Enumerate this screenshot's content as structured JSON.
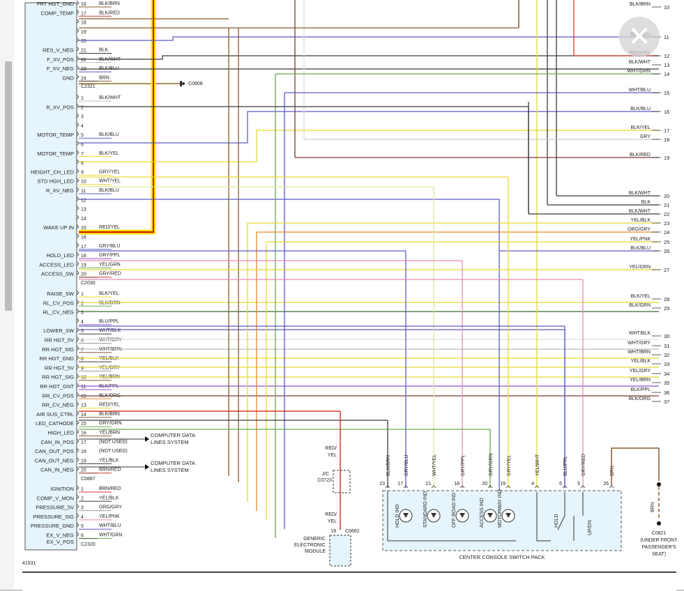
{
  "figure_id": "41531",
  "close_label": "✕",
  "ground_c0808": "C0808",
  "blocks": [
    {
      "connector": "C2321",
      "pins": [
        {
          "pin": "16",
          "name": "FRT HGT_GND",
          "wire": "BLK/BRN"
        },
        {
          "pin": "17",
          "name": "COMP_TEMP",
          "wire": "BLK/RED"
        },
        {
          "pin": "18",
          "name": "",
          "wire": ""
        },
        {
          "pin": "19",
          "name": "",
          "wire": ""
        },
        {
          "pin": "20",
          "name": "",
          "wire": ""
        },
        {
          "pin": "21",
          "name": "RES_V_NEG",
          "wire": "BLK"
        },
        {
          "pin": "22",
          "name": "F_XV_POS",
          "wire": "BLK/WHT"
        },
        {
          "pin": "23",
          "name": "F_XV_NEG",
          "wire": "BLK/BLU"
        },
        {
          "pin": "24",
          "name": "GND",
          "wire": "BRN"
        }
      ]
    },
    {
      "connector": "C2030",
      "pins": [
        {
          "pin": "1",
          "name": "",
          "wire": "BLK/WHT"
        },
        {
          "pin": "2",
          "name": "R_XV_POS",
          "wire": ""
        },
        {
          "pin": "3",
          "name": "",
          "wire": ""
        },
        {
          "pin": "4",
          "name": "",
          "wire": ""
        },
        {
          "pin": "5",
          "name": "MOTOR_TEMP",
          "wire": "BLK/BLU"
        },
        {
          "pin": "6",
          "name": "",
          "wire": ""
        },
        {
          "pin": "7",
          "name": "MOTOR_TEMP",
          "wire": "BLK/YEL"
        },
        {
          "pin": "8",
          "name": "",
          "wire": ""
        },
        {
          "pin": "9",
          "name": "HEIGHT_CH_LED",
          "wire": "GRY/YEL"
        },
        {
          "pin": "10",
          "name": "STD HGH_LED",
          "wire": "WHT/YEL"
        },
        {
          "pin": "11",
          "name": "R_XV_NEG",
          "wire": "BLK/BLU"
        },
        {
          "pin": "12",
          "name": "",
          "wire": ""
        },
        {
          "pin": "13",
          "name": "",
          "wire": ""
        },
        {
          "pin": "14",
          "name": "",
          "wire": ""
        },
        {
          "pin": "15",
          "name": "WAKE UP IN",
          "wire": "RED/YEL"
        },
        {
          "pin": "16",
          "name": "",
          "wire": ""
        },
        {
          "pin": "17",
          "name": "",
          "wire": "GRY/BLU"
        },
        {
          "pin": "18",
          "name": "HOLD_LED",
          "wire": "GRY/PPL"
        },
        {
          "pin": "19",
          "name": "ACCESS_LED",
          "wire": "YEL/GRN"
        },
        {
          "pin": "20",
          "name": "ACCESS_SW",
          "wire": "GRY/RED"
        }
      ]
    },
    {
      "connector": "C0867",
      "pins": [
        {
          "pin": "1",
          "name": "RAISE_SW",
          "wire": "BLK/YEL"
        },
        {
          "pin": "2",
          "name": "RL_CV_POS",
          "wire": "BLK/GRN"
        },
        {
          "pin": "3",
          "name": "RL_CV_NEG",
          "wire": ""
        },
        {
          "pin": "4",
          "name": "",
          "wire": "BLU/PPL"
        },
        {
          "pin": "5",
          "name": "LOWER_SW",
          "wire": "WHT/BLK"
        },
        {
          "pin": "6",
          "name": "RR HGT_5V",
          "wire": "WHT/GRY"
        },
        {
          "pin": "7",
          "name": "RR HGT_SIG",
          "wire": "WHT/BRN"
        },
        {
          "pin": "8",
          "name": "RR HGT_GND",
          "wire": "YEL/BLK"
        },
        {
          "pin": "9",
          "name": "RR HGT_5V",
          "wire": "YEL/GRY"
        },
        {
          "pin": "10",
          "name": "RR HGT_SIG",
          "wire": "YEL/BRN"
        },
        {
          "pin": "11",
          "name": "RR HGT_GNT",
          "wire": "BLK/PPL"
        },
        {
          "pin": "12",
          "name": "RR_CV_POS",
          "wire": "BLK/ORG"
        },
        {
          "pin": "13",
          "name": "RR_CV_NEG",
          "wire": "RED/YEL"
        },
        {
          "pin": "14",
          "name": "AIR SUS_CTRL",
          "wire": "BLK/BRN"
        },
        {
          "pin": "15",
          "name": "LED_CATHODE",
          "wire": "GRY/GRN"
        },
        {
          "pin": "16",
          "name": "HIGH_LED",
          "wire": "YEL/BRN"
        },
        {
          "pin": "17",
          "name": "CAN_IN_POS",
          "wire": "(NOT USED)"
        },
        {
          "pin": "18",
          "name": "CAN_OUT_POS",
          "wire": "(NOT USED)"
        },
        {
          "pin": "19",
          "name": "CAN_OUT_NEG",
          "wire": "YEL/BLK"
        },
        {
          "pin": "20",
          "name": "CAN_IN_NEG",
          "wire": "BRN/RED"
        }
      ]
    },
    {
      "connector": "C2320",
      "pins": [
        {
          "pin": "1",
          "name": "IGNITION",
          "wire": "BRN/RED"
        },
        {
          "pin": "2",
          "name": "COMP_V_MON",
          "wire": "YEL/BLK"
        },
        {
          "pin": "3",
          "name": "PRESSURE_5V",
          "wire": "ORG/GRY"
        },
        {
          "pin": "4",
          "name": "PRESSURE_SIG",
          "wire": "YEL/PNK"
        },
        {
          "pin": "5",
          "name": "PRESSURE_GND",
          "wire": "WHT/BLU"
        },
        {
          "pin": "6",
          "name": "EX_V_NEG",
          "wire": "WHT/GRN"
        }
      ],
      "extra_name": "EX_V_POS"
    }
  ],
  "computer_data_1": "COMPUTER DATA LINES SYSTEM",
  "computer_data_2": "COMPUTER DATA LINES SYSTEM",
  "right_wires": [
    {
      "n": "10",
      "label": "BLK/BRN"
    },
    {
      "n": "11",
      "label": "BLK/BLU"
    },
    {
      "n": "12",
      "label": "RED/YEL"
    },
    {
      "n": "13",
      "label": "BLK/WHT"
    },
    {
      "n": "14",
      "label": "WHT/GRN"
    },
    {
      "n": "15",
      "label": "WHT/BLU"
    },
    {
      "n": "16",
      "label": "BLK/BLU"
    },
    {
      "n": "17",
      "label": "BLK/YEL"
    },
    {
      "n": "18",
      "label": "GRY"
    },
    {
      "n": "19",
      "label": "BLK/RED"
    },
    {
      "n": "20",
      "label": "BLK/WHT"
    },
    {
      "n": "21",
      "label": "BLK"
    },
    {
      "n": "22",
      "label": "BLK/WHT"
    },
    {
      "n": "23",
      "label": "YEL/BLK"
    },
    {
      "n": "24",
      "label": "ORG/GRY"
    },
    {
      "n": "25",
      "label": "YEL/PNK"
    },
    {
      "n": "26",
      "label": "BLK/BLU"
    },
    {
      "n": "27",
      "label": "YEL/GRN"
    },
    {
      "n": "28",
      "label": "BLK/YEL"
    },
    {
      "n": "29",
      "label": "BLK/GRN"
    },
    {
      "n": "30",
      "label": "WHT/BLK"
    },
    {
      "n": "31",
      "label": "WHT/GRY"
    },
    {
      "n": "32",
      "label": "WHT/BRN"
    },
    {
      "n": "33",
      "label": "YEL/BLK"
    },
    {
      "n": "34",
      "label": "YEL/GRY"
    },
    {
      "n": "35",
      "label": "YEL/BRN"
    },
    {
      "n": "36",
      "label": "BLK/PPL"
    },
    {
      "n": "37",
      "label": "BLK/ORG"
    }
  ],
  "jc": {
    "label1": "RED/",
    "label2": "YEL",
    "name1": "J/C",
    "name2": "C0723",
    "label3": "RED/",
    "label4": "YEL",
    "pin": "19",
    "conn": "C0662"
  },
  "gem": [
    "GENERIC",
    "ELECTRONIC",
    "MODULE"
  ],
  "switch_pack": {
    "title": "CENTER CONSOLE SWITCH PACK",
    "wires": [
      {
        "pin": "23",
        "label": "BLK/BRN"
      },
      {
        "pin": "17",
        "label": "GRY/BLU"
      },
      {
        "pin": "21",
        "label": "WHT/YEL"
      },
      {
        "pin": "18",
        "label": "GRY/PPL"
      },
      {
        "pin": "20",
        "label": "GRY/GRN"
      },
      {
        "pin": "19",
        "label": "GRY/YEL"
      },
      {
        "pin": "4",
        "label": "YEL/WHT"
      },
      {
        "pin": "6",
        "label": "BLU/PPL"
      },
      {
        "pin": "5",
        "label": "GRY/RED"
      },
      {
        "pin": "26",
        "label": "BRN"
      }
    ],
    "indicators": [
      "HOLD IND",
      "STANDARD IND",
      "OFF ROAD IND",
      "ACCESS IND",
      "MOTORWAY IND"
    ],
    "switch_labels": [
      "HOLD",
      "UP/DN"
    ]
  },
  "ground2": {
    "wire": "BRN",
    "conn": "C0821",
    "note1": "(UNDER FRONT",
    "note2": "PASSENGER'S",
    "note3": "SEAT)"
  },
  "colors": {
    "highlight_red": "#e00000",
    "highlight_yellow": "#ffe600",
    "panel_bg": "#e6f4fb"
  }
}
